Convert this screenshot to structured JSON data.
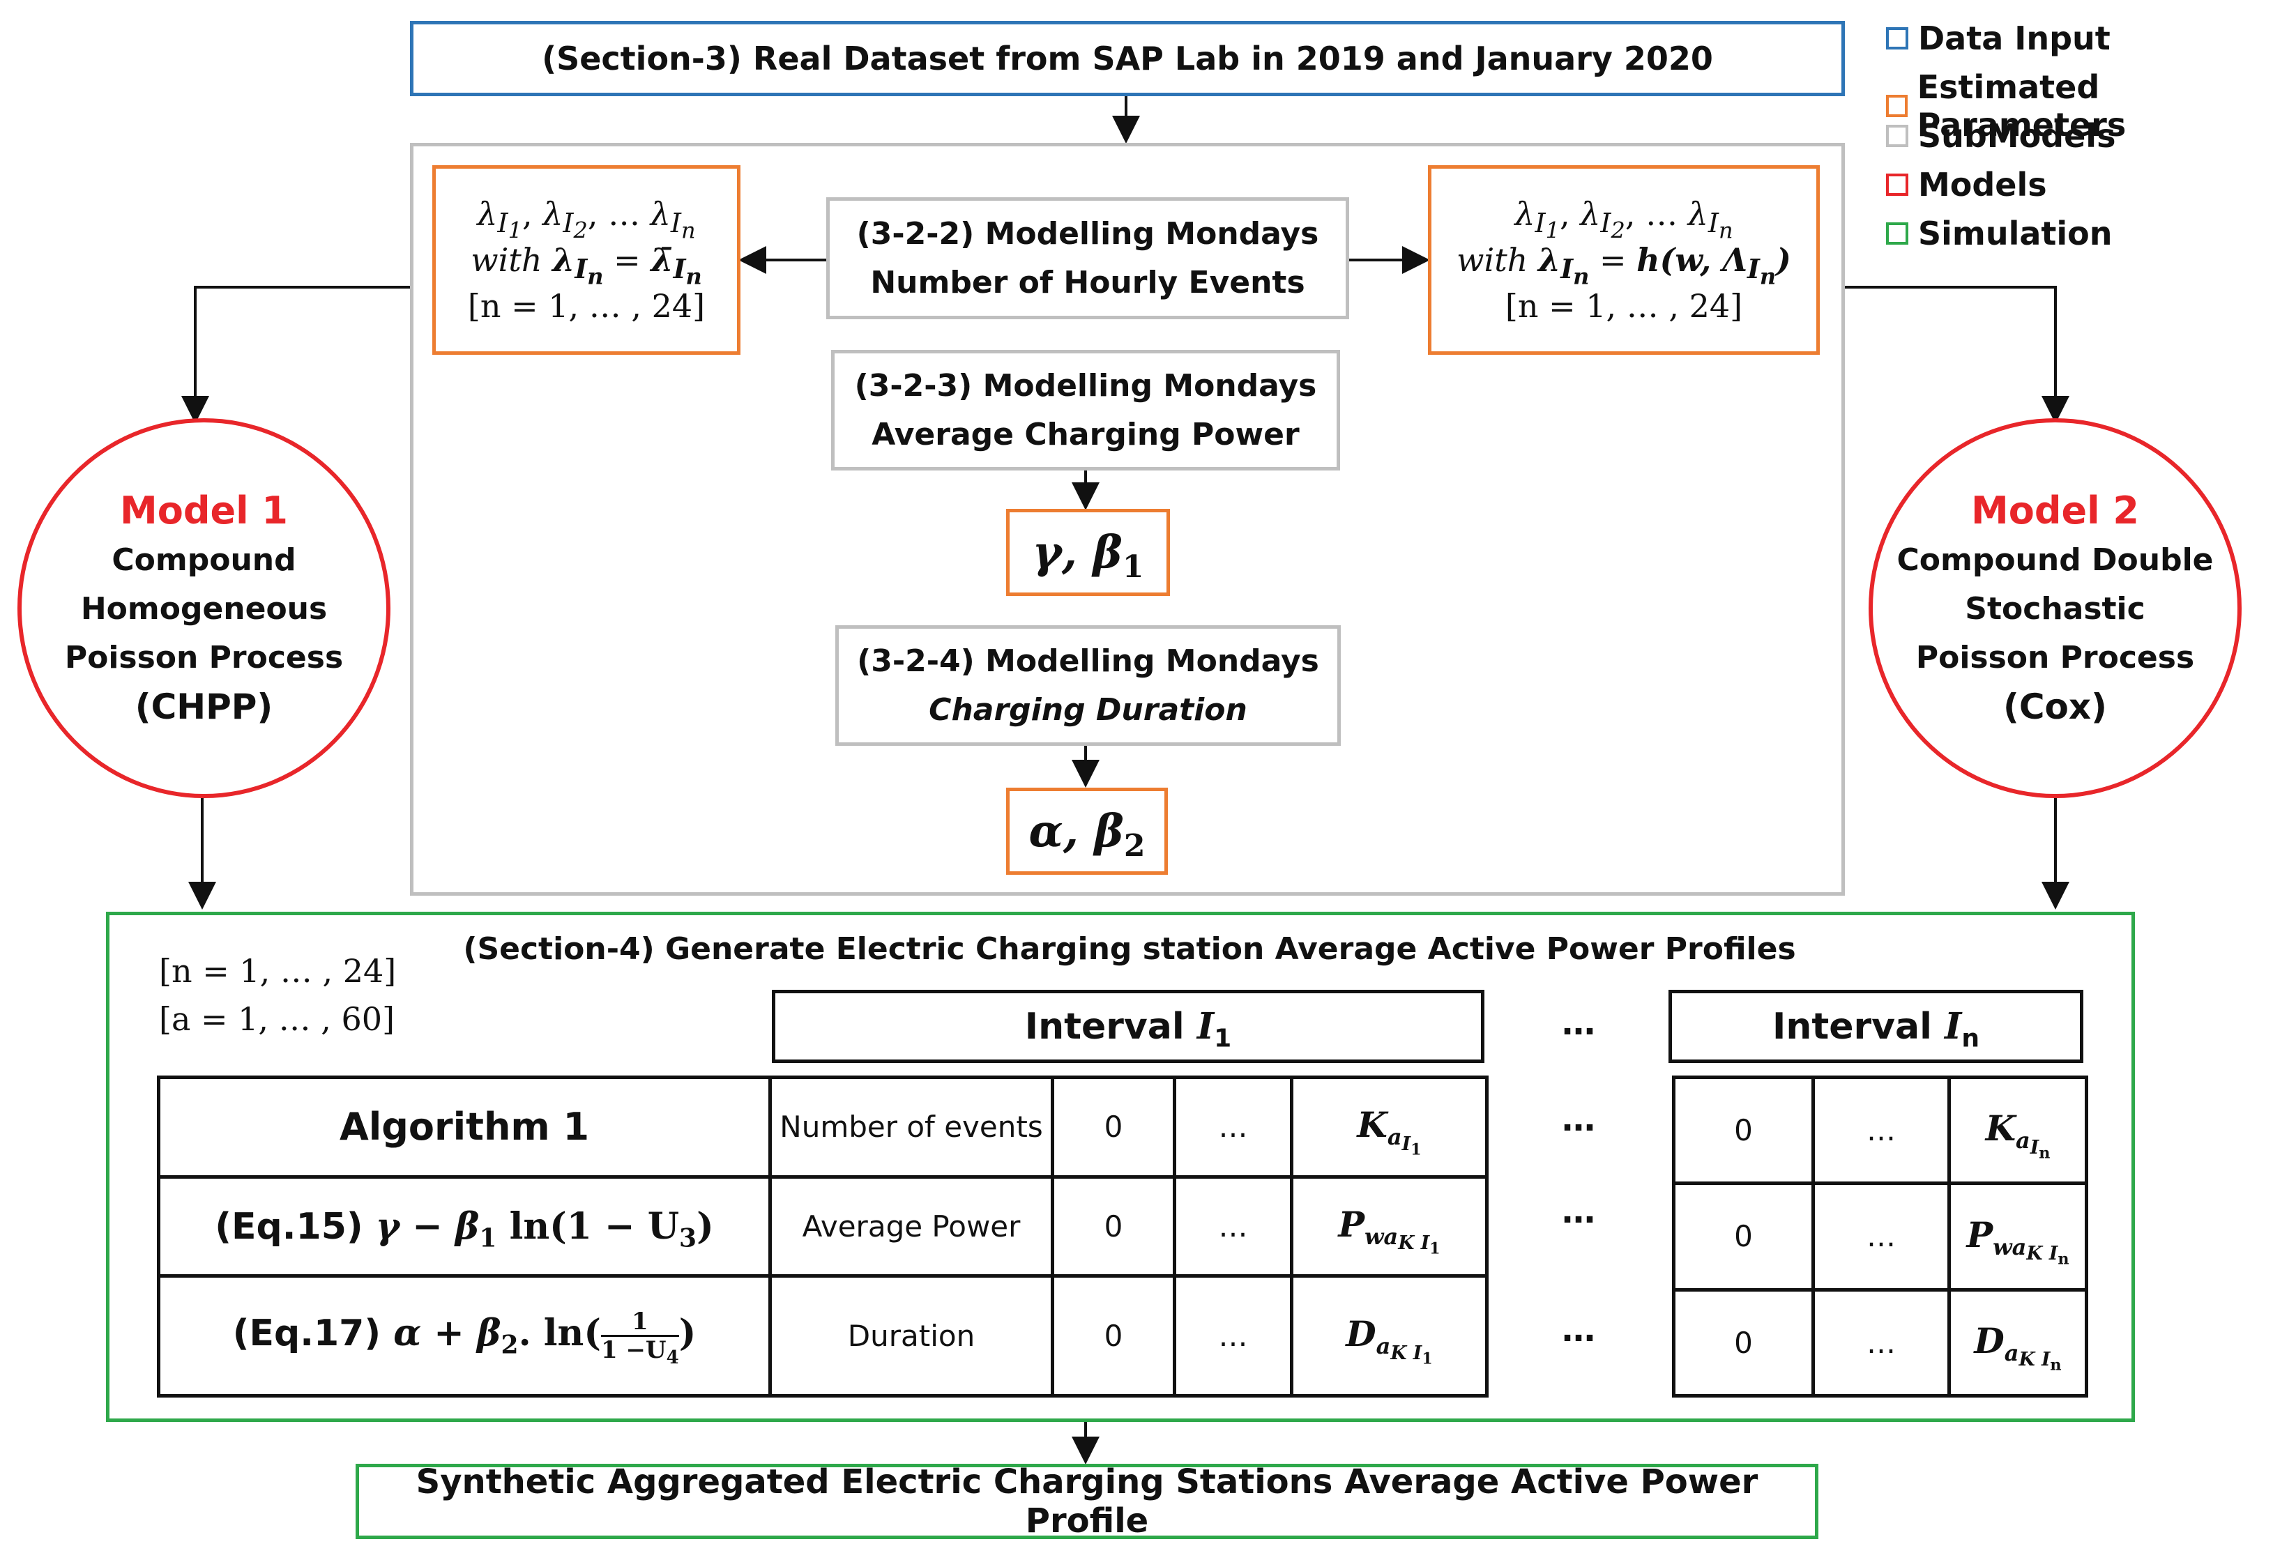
{
  "colors": {
    "data_input": "#2e75b6",
    "estimated": "#ed7d31",
    "submodel": "#bfbfbf",
    "model": "#e8262a",
    "simulation": "#2ea84a"
  },
  "top_box": "(Section-3) Real Dataset from SAP Lab in 2019 and January 2020",
  "legend": [
    {
      "label": "Data Input",
      "color": "#2e75b6"
    },
    {
      "label": "Estimated Parameters",
      "color": "#ed7d31"
    },
    {
      "label": "SubModels",
      "color": "#bfbfbf"
    },
    {
      "label": "Models",
      "color": "#e8262a"
    },
    {
      "label": "Simulation",
      "color": "#2ea84a"
    }
  ],
  "sub_322": {
    "line1": "(3-2-2) Modelling Mondays",
    "line2": "Number of Hourly Events"
  },
  "sub_323": {
    "line1": "(3-2-3) Modelling Mondays",
    "line2": "Average Charging Power"
  },
  "sub_324": {
    "line1": "(3-2-4) Modelling Mondays",
    "line2": "Charging Duration"
  },
  "param_left": {
    "sep": ", ",
    "ell": " … ",
    "with": "with ",
    "eq": " = ",
    "range": "[n = 1, … , 24]"
  },
  "param_right": {
    "sep": ", ",
    "ell": " … ",
    "with": "with ",
    "eq": " = ",
    "fn": "h(w, Λ",
    "close": ")",
    "range": "[n = 1, … , 24]"
  },
  "param_gamma": {
    "a": "γ, β",
    "sub": "1"
  },
  "param_alpha": {
    "a": "α, β",
    "sub": "2"
  },
  "model1": {
    "title": "Model 1",
    "lines": [
      "Compound",
      "Homogeneous",
      "Poisson Process",
      "(CHPP)"
    ]
  },
  "model2": {
    "title": "Model 2",
    "lines": [
      "Compound Double",
      "Stochastic",
      "Poisson Process",
      "(Cox)"
    ]
  },
  "section4": {
    "title": "(Section-4) Generate Electric Charging station Average Active Power Profiles",
    "range_n": "[n = 1, … , 24]",
    "range_a": "[a = 1, … , 60]",
    "interval1": "Interval ",
    "interval_var": "I",
    "interval1_sub": "1",
    "intervaln_sub": "n",
    "dots": "…",
    "algorithm": "Algorithm 1",
    "eq15": {
      "label": "(Eq.15) ",
      "formula": "γ − β",
      "sub": "1",
      "rest": " ln(1 − U",
      "sub2": "3",
      "close": ")"
    },
    "eq17": {
      "label": "(Eq.17) ",
      "formula": "α + β",
      "sub": "2",
      "rest": ". ln(",
      "num": "1",
      "den": "1 −U",
      "densub": "4",
      "close": ")"
    },
    "rows": [
      {
        "label": "Number of events",
        "zero": "0",
        "mid": "…",
        "sym": "K"
      },
      {
        "label": "Average Power",
        "zero": "0",
        "mid": "…",
        "sym": "P"
      },
      {
        "label": "Duration",
        "zero": "0",
        "mid": "…",
        "sym": "D"
      }
    ]
  },
  "output_box": "Synthetic Aggregated Electric Charging Stations Average Active Power Profile"
}
